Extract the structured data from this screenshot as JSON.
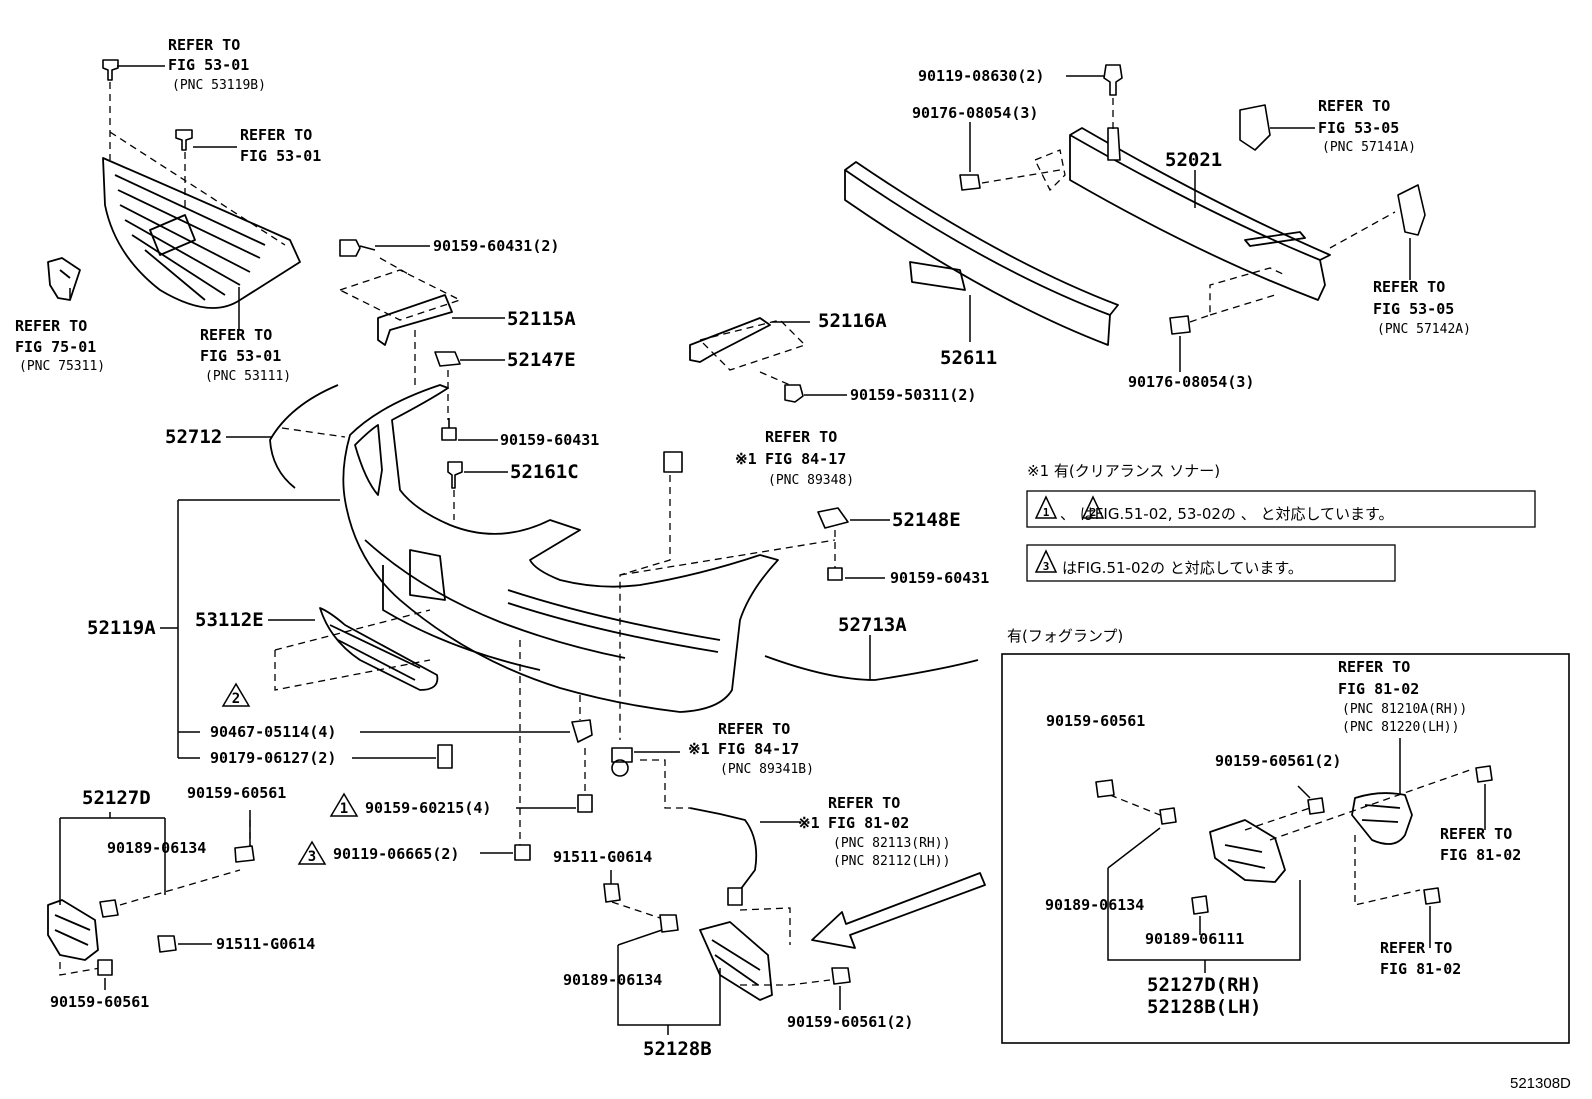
{
  "diagram_id": "521308D",
  "parts": {
    "p52712": "52712",
    "p52119A": "52119A",
    "p53112E": "53112E",
    "p52115A": "52115A",
    "p52147E": "52147E",
    "p52161C": "52161C",
    "p52116A": "52116A",
    "p52148E": "52148E",
    "p52713A": "52713A",
    "p52611": "52611",
    "p52021": "52021",
    "p52127D": "52127D",
    "p52128B": "52128B",
    "p52127D_RH": "52127D(RH)",
    "p52128B_LH": "52128B(LH)"
  },
  "fasteners": {
    "f1": "90159-60431(2)",
    "f2": "90159-60431",
    "f3": "90159-50311(2)",
    "f4": "90159-60431",
    "f5": "90119-08630(2)",
    "f6": "90176-08054(3)",
    "f7": "90176-08054(3)",
    "f8": "90467-05114(4)",
    "f9": "90179-06127(2)",
    "f10": "90159-60215(4)",
    "f11": "90119-06665(2)",
    "f12": "91511-G0614",
    "f13": "90189-06134",
    "f14": "90159-60561(2)",
    "f15": "90159-60561",
    "f16": "90189-06134",
    "f17": "91511-G0614",
    "f18": "90159-60561",
    "f19": "90159-60561",
    "f20": "90159-60561(2)",
    "f21": "90189-06134",
    "f22": "90189-06111"
  },
  "refs": {
    "refer_to": "REFER TO",
    "r1_fig": "FIG 53-01",
    "r1_pnc": "(PNC 53119B)",
    "r2_fig": "FIG 53-01",
    "r3_fig": "FIG 75-01",
    "r3_pnc": "(PNC 75311)",
    "r4_fig": "FIG 53-01",
    "r4_pnc": "(PNC 53111)",
    "r5_fig": "FIG 53-05",
    "r5_pnc": "(PNC 57141A)",
    "r6_fig": "FIG 53-05",
    "r6_pnc": "(PNC 57142A)",
    "r7_fig": "FIG 84-17",
    "r7_pnc": "(PNC 89348)",
    "r8_fig": "FIG 84-17",
    "r8_pnc": "(PNC 89341B)",
    "r9_fig": "FIG 81-02",
    "r9_pnc1": "(PNC 82113(RH))",
    "r9_pnc2": "(PNC 82112(LH))",
    "r10_fig": "FIG 81-02",
    "r10_pnc1": "(PNC 81210A(RH))",
    "r10_pnc2": "(PNC 81220(LH))",
    "r11_fig": "FIG 81-02",
    "r12_fig": "FIG 81-02"
  },
  "marks": {
    "kome1": "※1",
    "tri1": "1",
    "tri2": "2",
    "tri3": "3"
  },
  "notes": {
    "sonar": "※1 有(クリアランス ソナー)",
    "note1": "、 はFIG.51-02, 53-02の 、 と対応しています。",
    "note2": "はFIG.51-02の と対応しています。",
    "fog": "有(フォグランプ)"
  }
}
